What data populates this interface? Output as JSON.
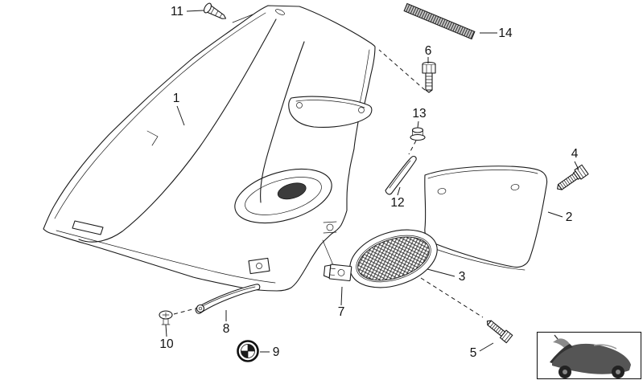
{
  "page": {
    "background": "#ffffff"
  },
  "diagram": {
    "kind": "exploded-parts-diagram",
    "line_color": "#1a1a1a",
    "labels": [
      "1",
      "2",
      "3",
      "4",
      "5",
      "6",
      "7",
      "8",
      "9",
      "10",
      "11",
      "12",
      "13",
      "14"
    ],
    "icons": {
      "emblem": "bmw-roundel-icon",
      "thumbnail": "motorcycle-silhouette-icon"
    },
    "emblem_colors": {
      "ring": "#111111",
      "quadrants": "#1a1a1a"
    }
  }
}
